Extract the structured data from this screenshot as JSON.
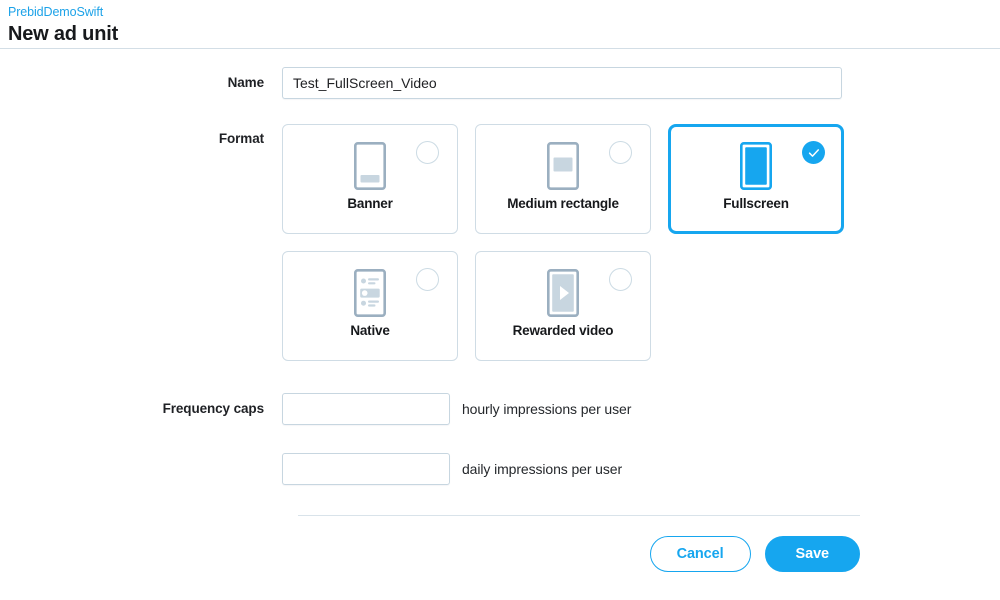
{
  "header": {
    "breadcrumb": "PrebidDemoSwift",
    "title": "New ad unit"
  },
  "form": {
    "name": {
      "label": "Name",
      "value": "Test_FullScreen_Video",
      "placeholder": ""
    },
    "format": {
      "label": "Format",
      "selected": "Fullscreen",
      "options": [
        {
          "label": "Banner",
          "icon": "phone-banner-icon",
          "selected": false
        },
        {
          "label": "Medium rectangle",
          "icon": "phone-medium-rectangle-icon",
          "selected": false
        },
        {
          "label": "Fullscreen",
          "icon": "phone-fullscreen-icon",
          "selected": true
        },
        {
          "label": "Native",
          "icon": "phone-native-list-icon",
          "selected": false
        },
        {
          "label": "Rewarded video",
          "icon": "phone-play-video-icon",
          "selected": false
        }
      ]
    },
    "frequency_caps": {
      "label": "Frequency caps",
      "rows": [
        {
          "value": "",
          "placeholder": "",
          "suffix": "hourly impressions per user"
        },
        {
          "value": "",
          "placeholder": "",
          "suffix": "daily impressions per user"
        }
      ]
    }
  },
  "actions": {
    "cancel_label": "Cancel",
    "save_label": "Save"
  },
  "colors": {
    "accent": "#16a6ef",
    "link": "#1ca2e8",
    "border": "#cfdce5",
    "icon_gray": "#9bafc0",
    "icon_fill": "#c8d6e0"
  }
}
